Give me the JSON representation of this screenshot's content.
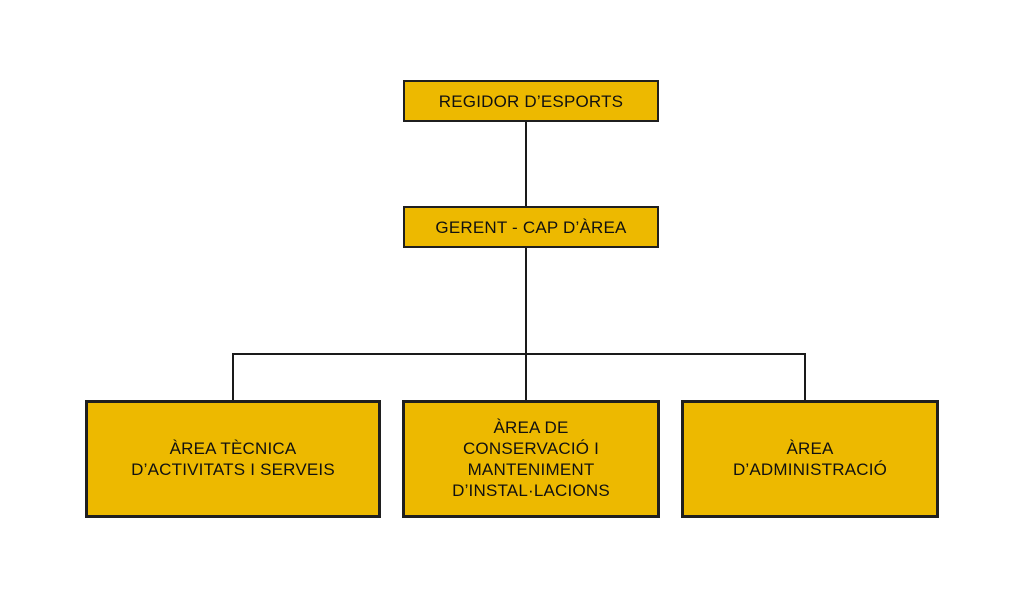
{
  "org_chart": {
    "box_color": "#EDB900",
    "border_color": "#1f1f1f",
    "top": {
      "label": "REGIDOR D’ESPORTS"
    },
    "manager": {
      "label": "GERENT - CAP D’ÀREA"
    },
    "areas": [
      {
        "label": "ÀREA TÈCNICA\nD’ACTIVITATS I SERVEIS"
      },
      {
        "label": "ÀREA DE\nCONSERVACIÓ I\nMANTENIMENT\nD’INSTAL·LACIONS"
      },
      {
        "label": "ÀREA\nD’ADMINISTRACIÓ"
      }
    ]
  }
}
